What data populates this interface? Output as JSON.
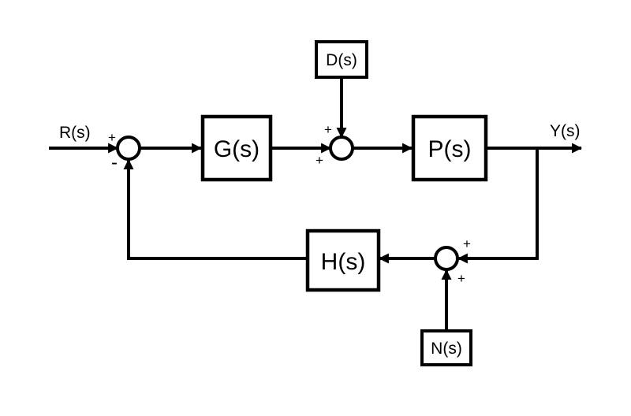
{
  "diagram": {
    "colors": {
      "line": "#000000",
      "background": "#ffffff"
    },
    "signals": {
      "input": "R(s)",
      "output": "Y(s)"
    },
    "blocks": {
      "controller": "G(s)",
      "plant": "P(s)",
      "feedback": "H(s)",
      "disturbance": "D(s)",
      "noise": "N(s)"
    },
    "summing_junctions": {
      "j1": {
        "top": "+",
        "bottom": "-"
      },
      "j2": {
        "top": "+",
        "left": "+"
      },
      "j3": {
        "right": "+",
        "bottom": "+"
      }
    }
  }
}
